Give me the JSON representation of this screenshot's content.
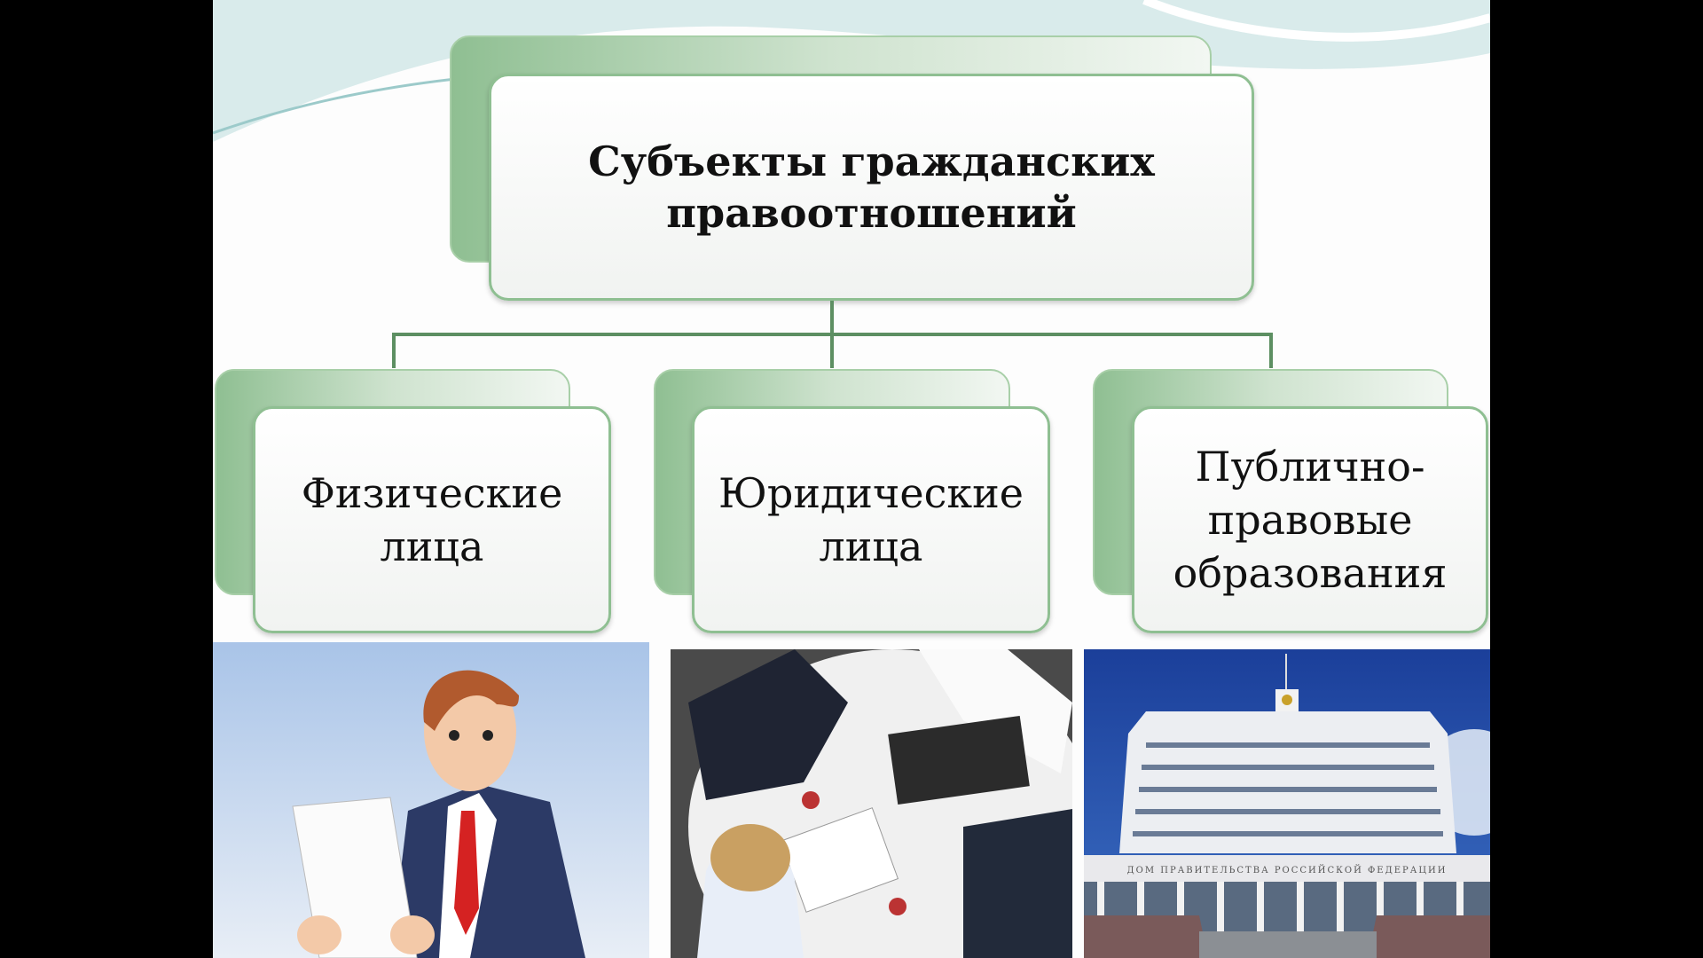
{
  "root": {
    "label_line1": "Субъекты гражданских",
    "label_line2": "правоотношений"
  },
  "children": [
    {
      "line1": "Физические",
      "line2": "лица"
    },
    {
      "line1": "Юридические",
      "line2": "лица"
    },
    {
      "line1": "Публично-",
      "line2": "правовые",
      "line3": "образования"
    }
  ],
  "photos": {
    "building_sign": "ДОМ ПРАВИТЕЛЬСТВА РОССИЙСКОЙ ФЕДЕРАЦИИ"
  },
  "colors": {
    "accent": "#8fbf92",
    "connector": "#5d8f62"
  }
}
